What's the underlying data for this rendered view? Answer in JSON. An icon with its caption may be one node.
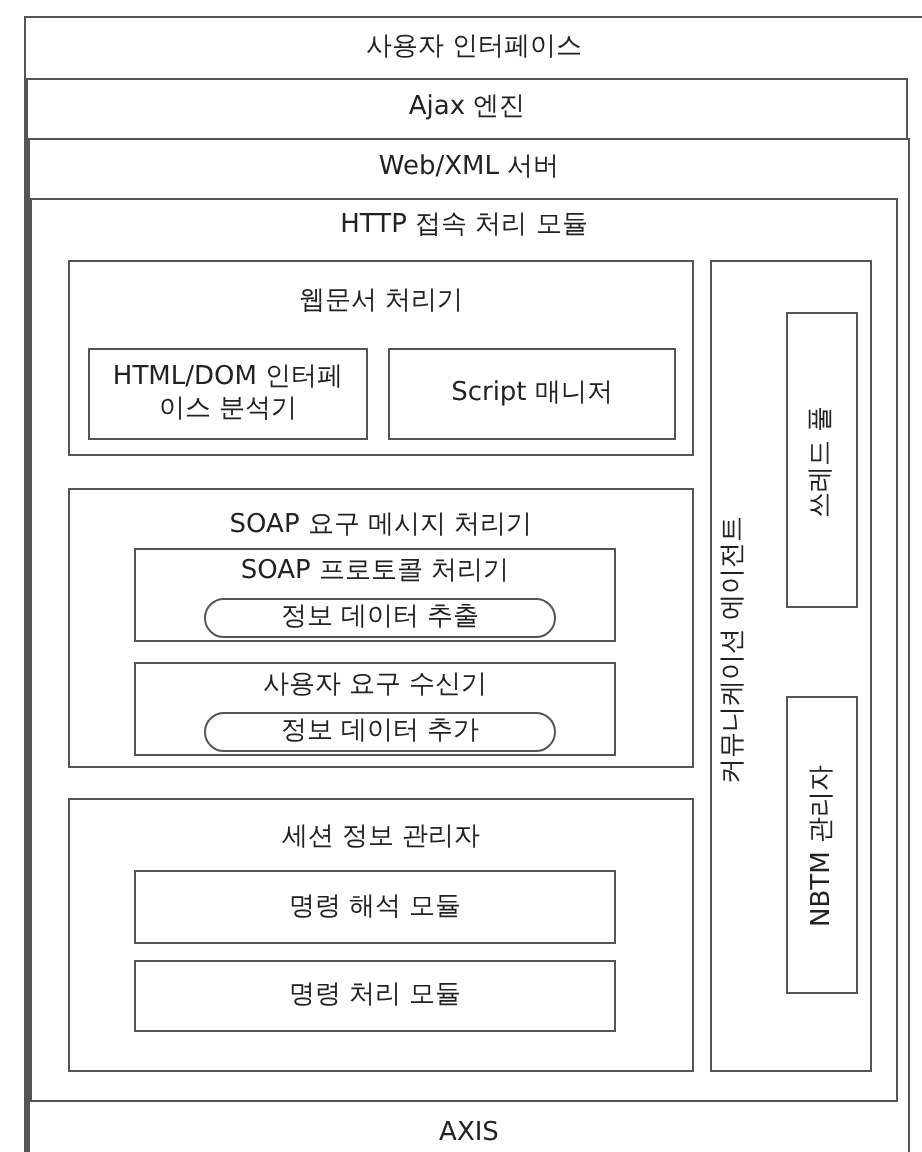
{
  "diagram": {
    "nodes": [
      {
        "text": [
          "사용자 인터페이스"
        ]
      },
      {
        "text": [
          "Ajax 엔진"
        ],
        "in": 0
      },
      {
        "text": [
          "Web/XML 서버",
          "AXIS"
        ],
        "in": 1
      },
      {
        "text": [
          "HTTP 접속 처리 모듈"
        ],
        "in": 2
      },
      {
        "text": [
          "웹문서 처리기"
        ],
        "in": 3
      },
      {
        "text": [
          "HTML/DOM 인터페이스 분석기"
        ],
        "in": 4
      },
      {
        "text": [
          "Script 매니저"
        ],
        "in": 4
      },
      {
        "text": [
          "SOAP 요구 메시지 처리기"
        ],
        "in": 3
      },
      {
        "text": [
          "SOAP 프로토콜 처리기"
        ],
        "in": 7
      },
      {
        "text": [
          "정보 데이터 추출"
        ],
        "in": 8
      },
      {
        "text": [
          "사용자 요구 수신기"
        ],
        "in": 7
      },
      {
        "text": [
          "정보 데이터 추가"
        ],
        "in": 10
      },
      {
        "text": [
          "세션 정보 관리자"
        ],
        "in": 3
      },
      {
        "text": [
          "명령 해석 모듈"
        ],
        "in": 12
      },
      {
        "text": [
          "명령 처리 모듈"
        ],
        "in": 12
      },
      {
        "text": [
          "커뮤니케이션 에이전트"
        ],
        "in": 3
      },
      {
        "text": [
          "쓰레드 풀"
        ],
        "in": 15
      },
      {
        "text": [
          "NBTM 관리자"
        ],
        "in": 15
      }
    ]
  }
}
